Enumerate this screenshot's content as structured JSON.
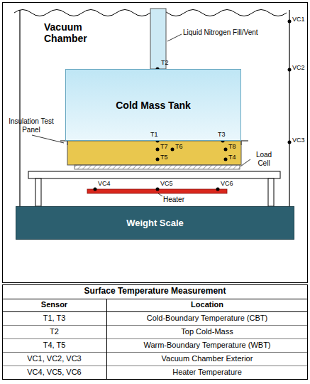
{
  "diagram": {
    "nodes": [
      {
        "text": [
          "Cold Mass Tank"
        ]
      },
      {
        "text": [
          "Weight Scale"
        ]
      }
    ],
    "labels": [
      "Vacuum Chamber",
      "Liquid Nitrogen Fill/Vent",
      "Insulation Test Panel",
      "Load Cell",
      "Heater",
      "T1",
      "T2",
      "T3",
      "T7",
      "T6",
      "T8",
      "T5",
      "T4",
      "VC1",
      "VC2",
      "VC3",
      "VC4",
      "VC5",
      "VC6",
      "Surface Temperature Measurement",
      "Sensor",
      "Location",
      "T1, T3",
      "Cold-Boundary Temperature (CBT)",
      "T2",
      "Top Cold-Mass",
      "T4, T5",
      "Warm-Boundary Temperature (WBT)",
      "VC1, VC2, VC3",
      "Vacuum Chamber Exterior",
      "VC4, VC5, VC6",
      "Heater Temperature"
    ]
  }
}
